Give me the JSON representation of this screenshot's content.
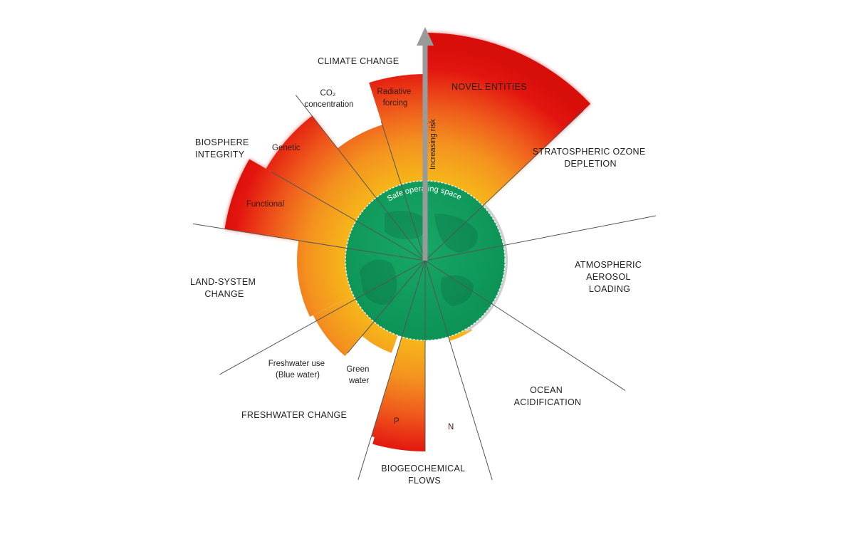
{
  "categories": {
    "climate_change": "CLIMATE CHANGE",
    "novel_entities": "NOVEL ENTITIES",
    "ozone": [
      "STRATOSPHERIC OZONE",
      "DEPLETION"
    ],
    "aerosol": [
      "ATMOSPHERIC",
      "AEROSOL",
      "LOADING"
    ],
    "ocean": [
      "OCEAN",
      "ACIDIFICATION"
    ],
    "biogeochemical": [
      "BIOGEOCHEMICAL",
      "FLOWS"
    ],
    "freshwater": "FRESHWATER CHANGE",
    "land_system": [
      "LAND-SYSTEM",
      "CHANGE"
    ],
    "biosphere": [
      "BIOSPHERE",
      "INTEGRITY"
    ]
  },
  "sub_labels": {
    "co2": [
      "CO₂",
      "concentration"
    ],
    "radiative": [
      "Radiative",
      "forcing"
    ],
    "genetic": "Genetic",
    "functional": "Functional",
    "blue_water": [
      "Freshwater use",
      "(Blue water)"
    ],
    "green_water": [
      "Green",
      "water"
    ],
    "p": "P",
    "n": "N"
  },
  "center": {
    "safe_space": "Safe operating space",
    "increasing_risk": "Increasing risk"
  },
  "colors": {
    "safe_green": "#0f9e5c",
    "red": "#e3150f",
    "orange": "#f4821f",
    "yellow": "#f6b51a",
    "grey": "#c9c9c9",
    "arrow": "#9a9a9a"
  }
}
